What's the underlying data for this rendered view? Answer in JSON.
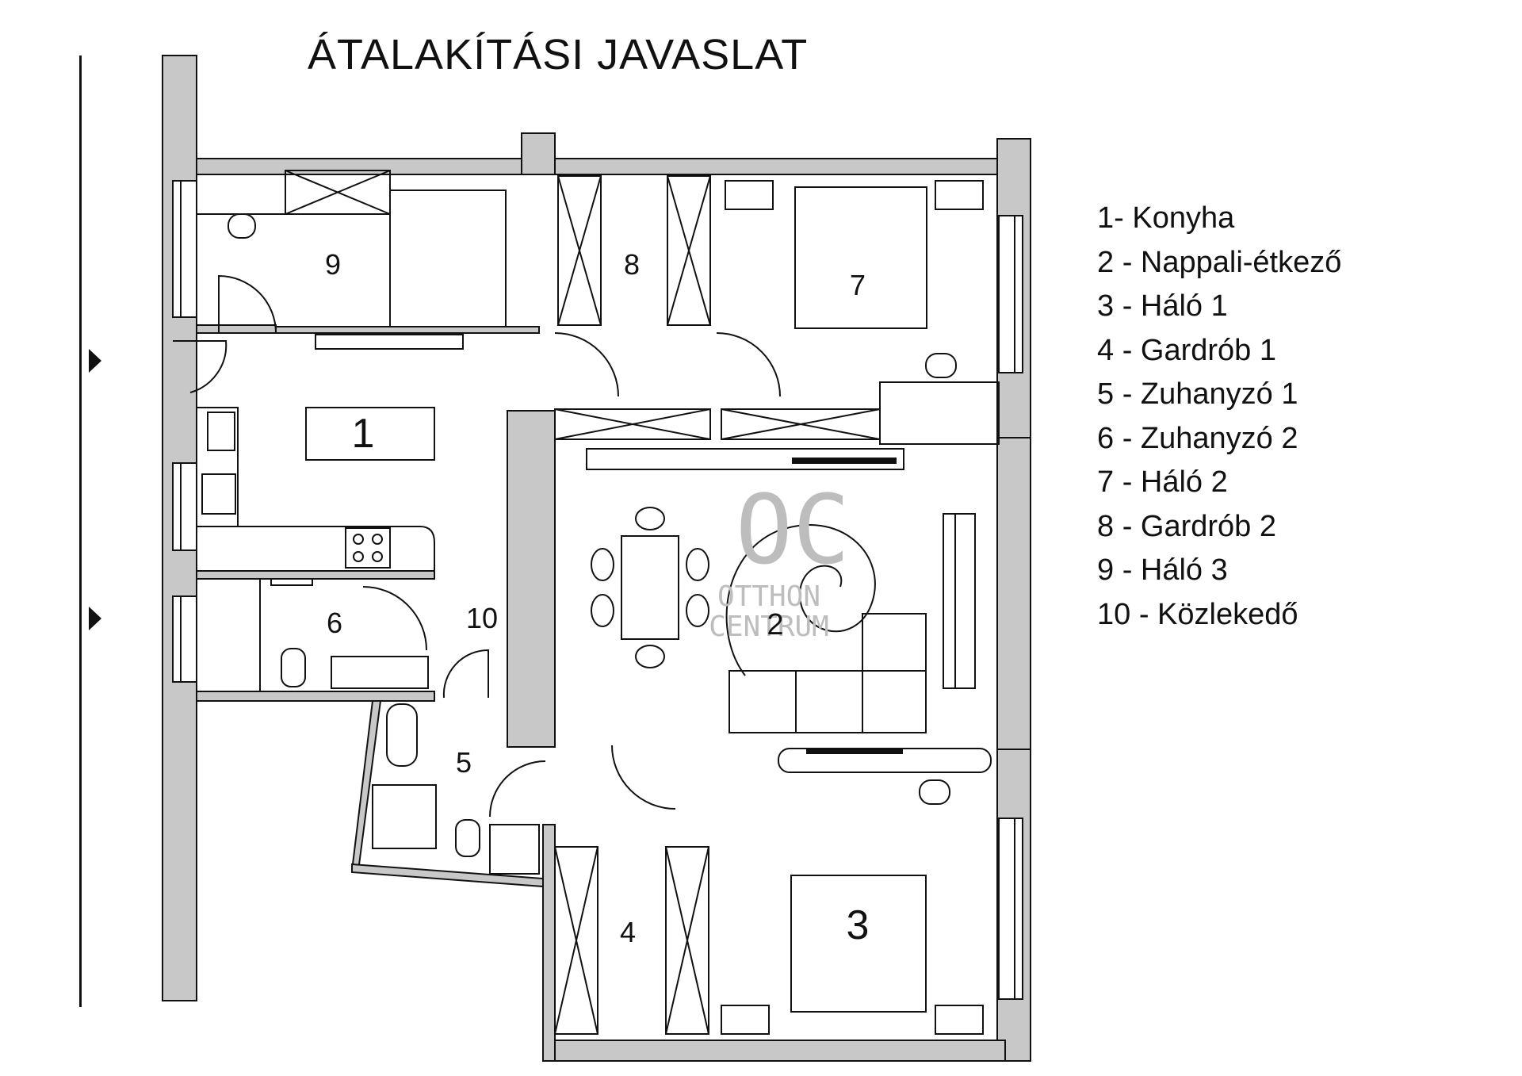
{
  "title": "ÁTALAKÍTÁSI JAVASLAT",
  "legend": [
    "1- Konyha",
    "2 - Nappali-étkező",
    "3 - Háló 1",
    "4 - Gardrób 1",
    "5 - Zuhanyzó 1",
    "6 - Zuhanyzó 2",
    "7 - Háló 2",
    "8 - Gardrób 2",
    "9 - Háló 3",
    "10 - Közlekedő"
  ],
  "rooms": {
    "r1": "1",
    "r2": "2",
    "r3": "3",
    "r4": "4",
    "r5": "5",
    "r6": "6",
    "r7": "7",
    "r8": "8",
    "r9": "9",
    "r10": "10"
  },
  "watermark": {
    "logo": "OC",
    "line1": "OTTHON",
    "line2": "CENTRUM"
  },
  "colors": {
    "wall": "#c8c8c8",
    "line": "#111111",
    "watermark": "#bdbdbd"
  }
}
